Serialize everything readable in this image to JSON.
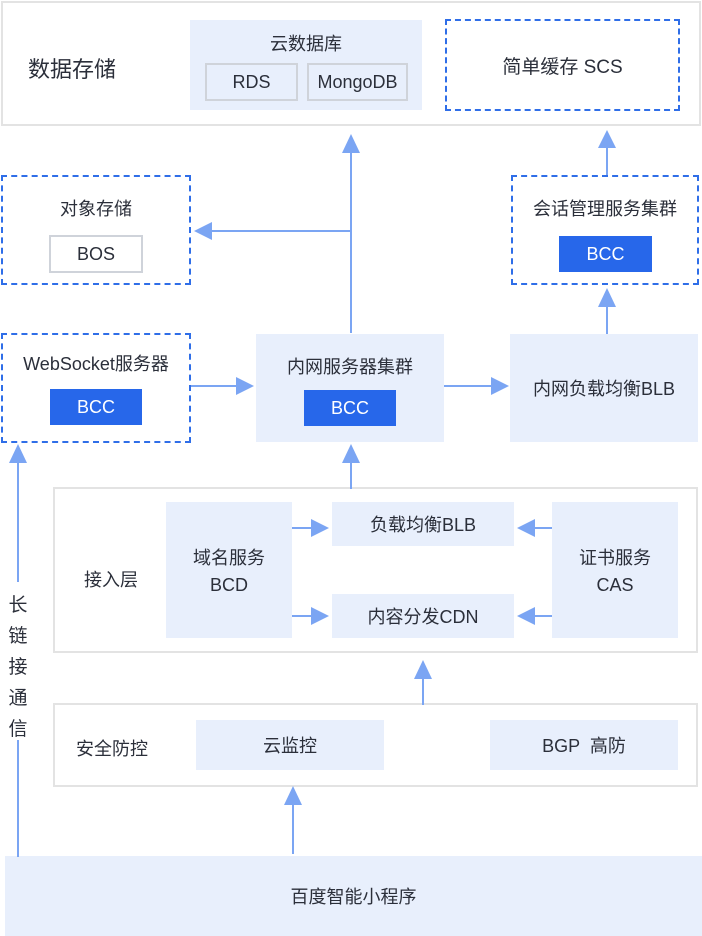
{
  "storage_layer": {
    "label": "数据存储",
    "cloud_db": {
      "title": "云数据库",
      "items": [
        "RDS",
        "MongoDB"
      ]
    },
    "cache": {
      "label": "简单缓存 SCS"
    }
  },
  "object_storage": {
    "title": "对象存储",
    "item": "BOS"
  },
  "session_cluster": {
    "title": "会话管理服务集群",
    "item": "BCC"
  },
  "websocket": {
    "title": "WebSocket服务器",
    "item": "BCC"
  },
  "intranet_cluster": {
    "title": "内网服务器集群",
    "item": "BCC"
  },
  "intranet_lb": {
    "label": "内网负载均衡BLB"
  },
  "access_layer": {
    "label": "接入层",
    "dns": {
      "line1": "域名服务",
      "line2": "BCD"
    },
    "lb": {
      "label": "负载均衡BLB"
    },
    "cdn": {
      "label": "内容分发CDN"
    },
    "cert": {
      "line1": "证书服务",
      "line2": "CAS"
    }
  },
  "security_layer": {
    "label": "安全防控",
    "monitor": {
      "label": "云监控"
    },
    "bgp": {
      "label": "BGP  高防"
    }
  },
  "client": {
    "label": "百度智能小程序"
  },
  "long_connection": {
    "chars": [
      "长",
      "链",
      "接",
      "通",
      "信"
    ]
  },
  "colors": {
    "accent": "#2767ea",
    "dashed_border": "#2f6ee8",
    "arrow": "#7ba5f3",
    "light_fill": "#e8effc",
    "frame_border": "#e3e3e3",
    "text": "#2b2f3a"
  }
}
